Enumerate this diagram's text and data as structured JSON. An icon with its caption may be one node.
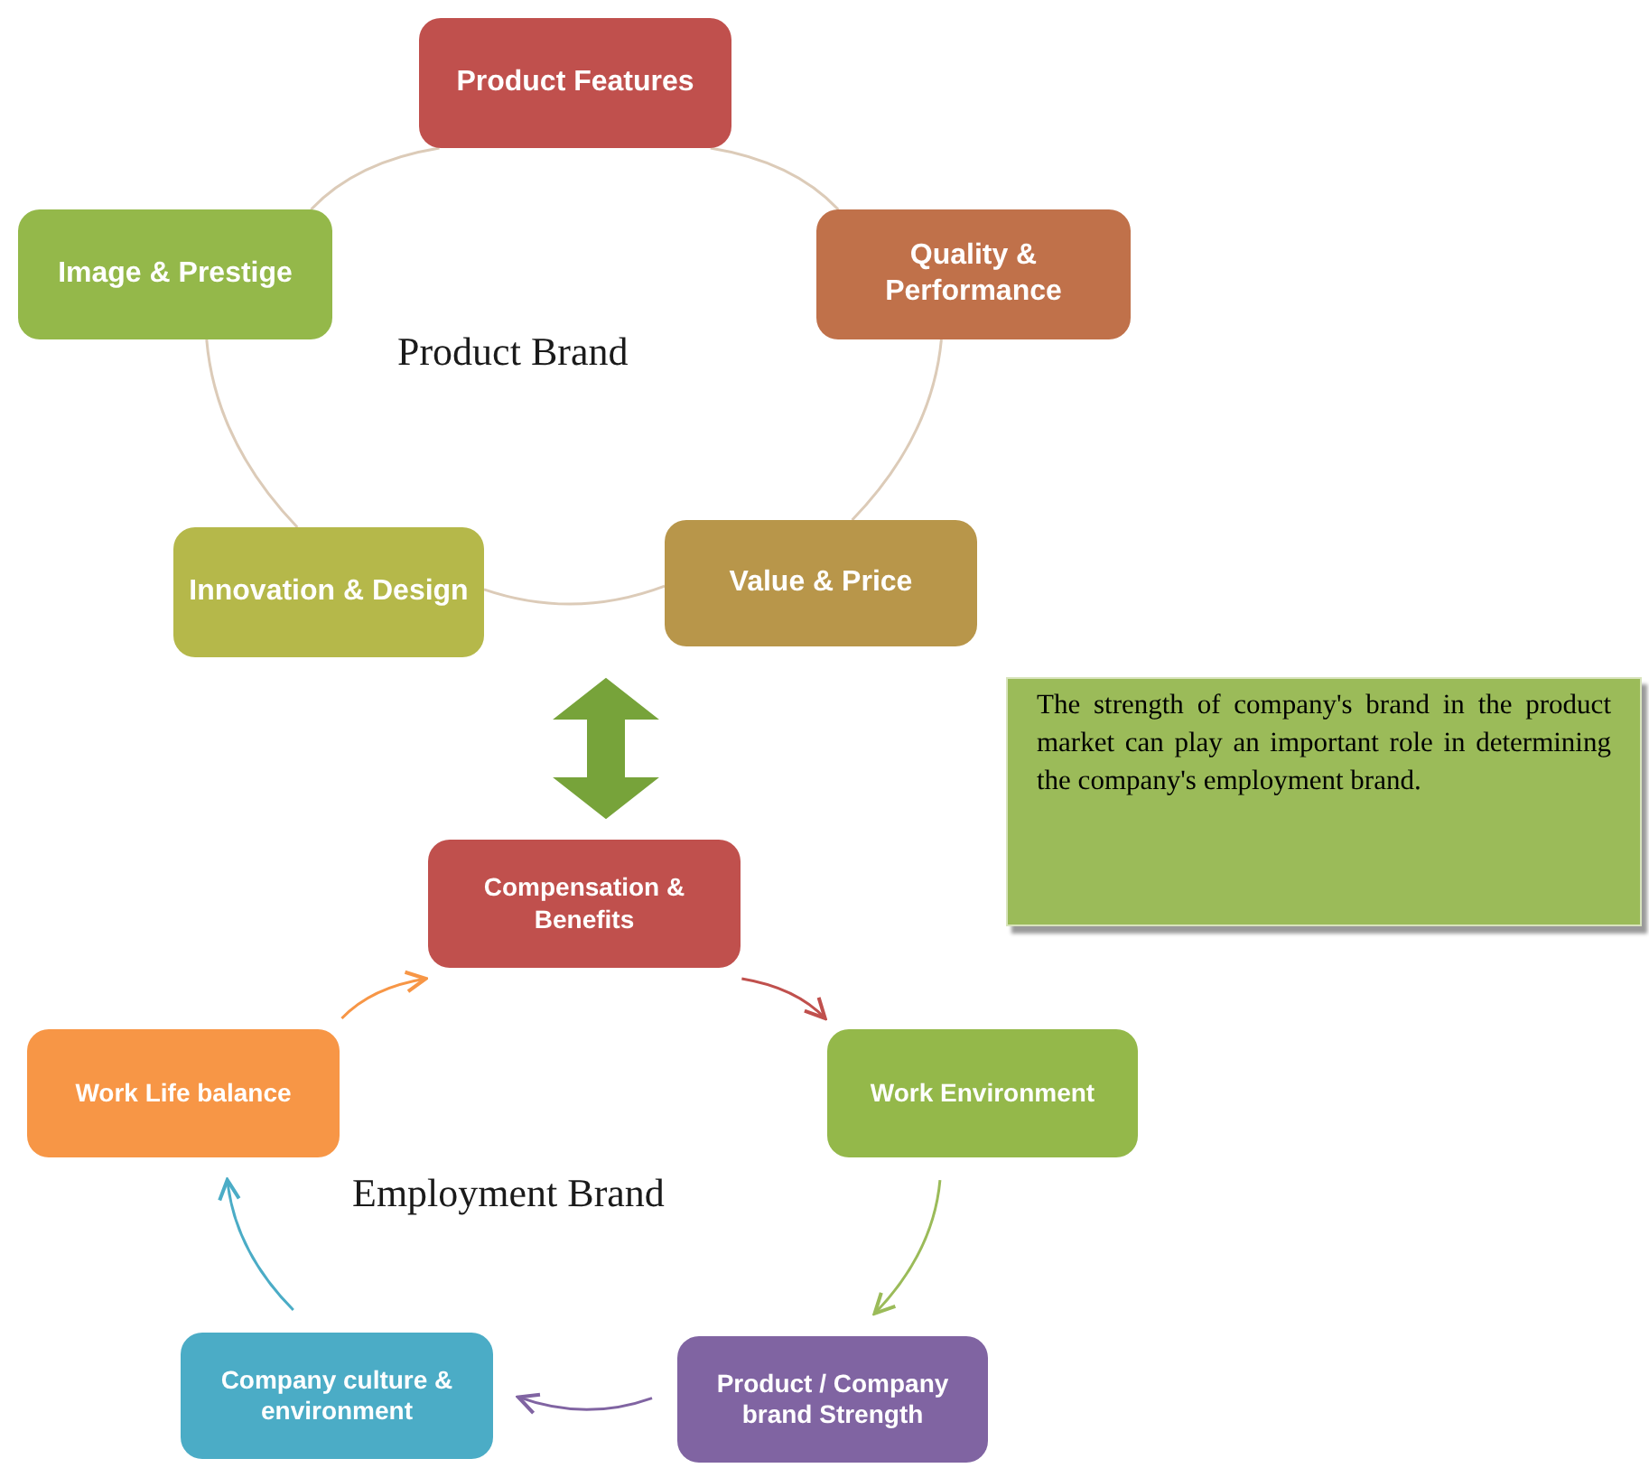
{
  "diagram": {
    "nodes": [
      {
        "text": [
          "Product Features"
        ]
      },
      {
        "text": [
          "Quality & Performance"
        ]
      },
      {
        "text": [
          "Value & Price"
        ]
      },
      {
        "text": [
          "Innovation & Design"
        ]
      },
      {
        "text": [
          "Image & Prestige"
        ]
      },
      {
        "text": [
          "Compensation & Benefits"
        ]
      },
      {
        "text": [
          "Work Environment"
        ]
      },
      {
        "text": [
          "Product / Company brand Strength"
        ]
      },
      {
        "text": [
          "Company culture & environment"
        ]
      },
      {
        "text": [
          "Work Life balance"
        ]
      },
      {
        "text": [
          "The strength of company's brand in the product market can play an important role in determining the company's employment brand."
        ]
      }
    ],
    "edges": [
      {
        "from": 0,
        "to": 1,
        "arrow": "none"
      },
      {
        "from": 1,
        "to": 2,
        "arrow": "none"
      },
      {
        "from": 2,
        "to": 3,
        "arrow": "none"
      },
      {
        "from": 3,
        "to": 4,
        "arrow": "none"
      },
      {
        "from": 4,
        "to": 0,
        "arrow": "none"
      },
      {
        "from": 5,
        "to": 6,
        "arrow": "to",
        "color": "#c0504d"
      },
      {
        "from": 6,
        "to": 7,
        "arrow": "to",
        "color": "#9bbb59"
      },
      {
        "from": 7,
        "to": 8,
        "arrow": "to",
        "color": "#8064a2"
      },
      {
        "from": 8,
        "to": 9,
        "arrow": "to",
        "color": "#4bacc6"
      },
      {
        "from": 9,
        "to": 5,
        "arrow": "to",
        "color": "#f79646"
      },
      {
        "from": null,
        "to": 5,
        "arrow": "both",
        "style": "thick",
        "color": "#77a33a"
      }
    ],
    "labels": [
      "Product Brand",
      "Employment Brand"
    ]
  }
}
